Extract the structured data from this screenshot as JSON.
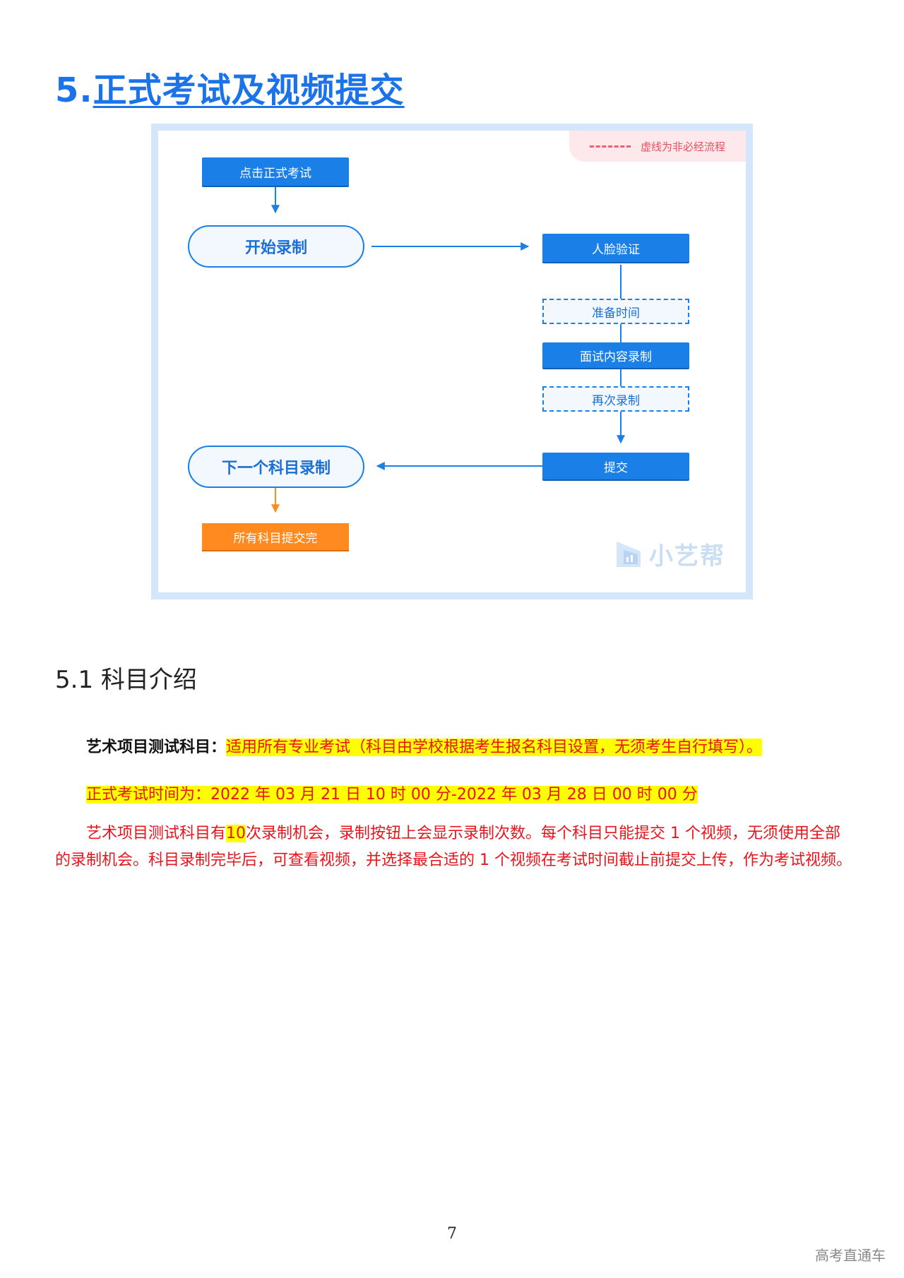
{
  "title": {
    "number": "5.",
    "text": "正式考试及视频提交"
  },
  "flowchart": {
    "legend": "虚线为非必经流程",
    "nodes": {
      "click_exam": "点击正式考试",
      "start_record": "开始录制",
      "face_verify": "人脸验证",
      "prep_time": "准备时间",
      "content_record": "面试内容录制",
      "re_record": "再次录制",
      "submit": "提交",
      "next_subject": "下一个科目录制",
      "all_done": "所有科目提交完"
    },
    "watermark": "小艺帮"
  },
  "section": {
    "title": "5.1 科目介绍",
    "subject_label": "艺术项目测试科目：",
    "subject_desc": "适用所有专业考试（科目由学校根据考生报名科目设置，无须考生自行填写）。",
    "exam_time": "正式考试时间为：2022 年 03 月 21 日 10 时 00 分-2022 年 03 月 28 日 00 时 00 分",
    "para_before": "艺术项目测试科目有",
    "para_count": "10",
    "para_after": "次录制机会，录制按钮上会显示录制次数。每个科目只能提交 1 个视频，无须使用全部的录制机会。科目录制完毕后，可查看视频，并选择最合适的 1 个视频在考试时间截止前提交上传，作为考试视频。"
  },
  "page_number": "7",
  "site_mark": "高考直通车"
}
